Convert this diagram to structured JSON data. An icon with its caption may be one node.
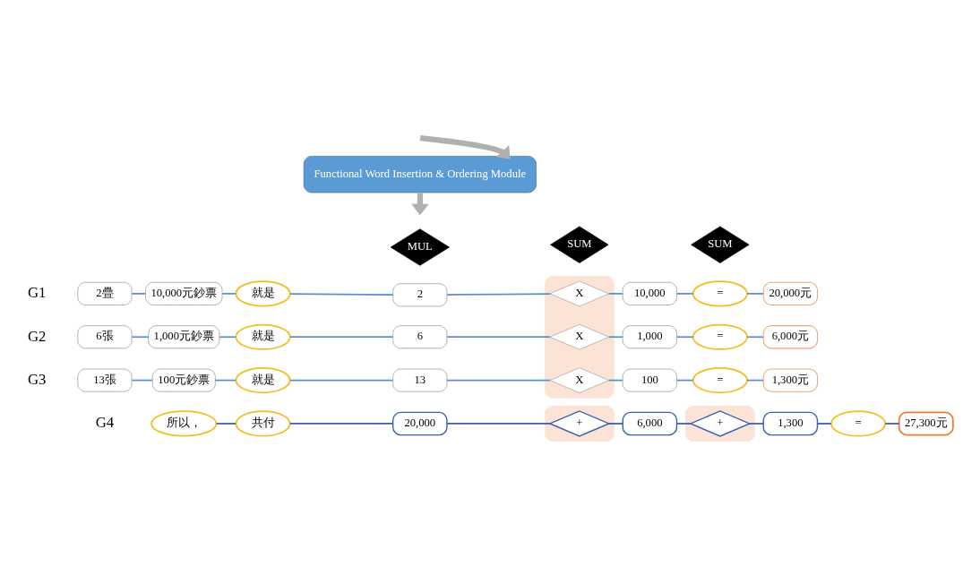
{
  "diagram": {
    "nodes": [
      {
        "text": [
          "Functional Word Insertion & Ordering Module"
        ]
      },
      {
        "text": [
          "MUL"
        ]
      },
      {
        "text": [],
        "shape": "bar"
      },
      {
        "text": [
          "2疊"
        ]
      },
      {
        "text": [
          "10,000元鈔票"
        ]
      },
      {
        "text": [
          "就是"
        ]
      },
      {
        "text": [
          "2"
        ]
      },
      {
        "text": [
          "X"
        ],
        "in": 2
      },
      {
        "text": [
          "10,000"
        ]
      },
      {
        "text": [
          "="
        ]
      },
      {
        "text": [
          "20,000元"
        ]
      },
      {
        "text": [
          "6張"
        ]
      },
      {
        "text": [
          "1,000元鈔票"
        ]
      },
      {
        "text": [
          "就是"
        ]
      },
      {
        "text": [
          "6"
        ]
      },
      {
        "text": [
          "X"
        ],
        "in": 2
      },
      {
        "text": [
          "1,000"
        ]
      },
      {
        "text": [
          "="
        ]
      },
      {
        "text": [
          "6,000元"
        ]
      },
      {
        "text": [
          "13張"
        ]
      },
      {
        "text": [
          "100元鈔票"
        ]
      },
      {
        "text": [
          "就是"
        ]
      },
      {
        "text": [
          "13"
        ]
      },
      {
        "text": [
          "X"
        ],
        "in": 2
      },
      {
        "text": [
          "100"
        ]
      },
      {
        "text": [
          "="
        ]
      },
      {
        "text": [
          "1,300元"
        ]
      },
      {
        "text": [
          "所以，"
        ]
      },
      {
        "text": [
          "共付"
        ]
      },
      {
        "text": [
          "20,000"
        ]
      },
      {
        "text": [],
        "shape": "bar"
      },
      {
        "text": [
          "+"
        ],
        "in": 30
      },
      {
        "text": [
          "6,000"
        ]
      },
      {
        "text": [],
        "shape": "bar"
      },
      {
        "text": [
          "+"
        ],
        "in": 33
      },
      {
        "text": [
          "1,300"
        ]
      },
      {
        "text": [
          "="
        ]
      },
      {
        "text": [
          "27,300元"
        ]
      },
      {
        "text": [
          "SUM"
        ]
      },
      {
        "text": [
          "SUM"
        ]
      }
    ],
    "edges": [
      {
        "from": null,
        "to": 0,
        "arrow": "to",
        "style": "thick",
        "color": "#b0b0b0"
      },
      {
        "from": 0,
        "to": null,
        "arrow": "to",
        "style": "thick",
        "color": "#b0b0b0"
      },
      {
        "from": 3,
        "to": 4,
        "arrow": "none"
      },
      {
        "from": 4,
        "to": 5,
        "arrow": "none"
      },
      {
        "from": 5,
        "to": 6,
        "arrow": "none"
      },
      {
        "from": 6,
        "to": 7,
        "arrow": "none"
      },
      {
        "from": 7,
        "to": 8,
        "arrow": "none"
      },
      {
        "from": 8,
        "to": 9,
        "arrow": "none"
      },
      {
        "from": 9,
        "to": 10,
        "arrow": "none"
      },
      {
        "from": 11,
        "to": 12,
        "arrow": "none"
      },
      {
        "from": 12,
        "to": 13,
        "arrow": "none"
      },
      {
        "from": 13,
        "to": 14,
        "arrow": "none"
      },
      {
        "from": 14,
        "to": 15,
        "arrow": "none"
      },
      {
        "from": 15,
        "to": 16,
        "arrow": "none"
      },
      {
        "from": 16,
        "to": 17,
        "arrow": "none"
      },
      {
        "from": 17,
        "to": 18,
        "arrow": "none"
      },
      {
        "from": 19,
        "to": 20,
        "arrow": "none"
      },
      {
        "from": 20,
        "to": 21,
        "arrow": "none"
      },
      {
        "from": 21,
        "to": 22,
        "arrow": "none"
      },
      {
        "from": 22,
        "to": 23,
        "arrow": "none"
      },
      {
        "from": 23,
        "to": 24,
        "arrow": "none"
      },
      {
        "from": 24,
        "to": 25,
        "arrow": "none"
      },
      {
        "from": 25,
        "to": 26,
        "arrow": "none"
      },
      {
        "from": 27,
        "to": 28,
        "arrow": "none",
        "color": "#3a5fb0"
      },
      {
        "from": 28,
        "to": 29,
        "arrow": "none",
        "color": "#3a5fb0"
      },
      {
        "from": 29,
        "to": 31,
        "arrow": "none",
        "color": "#3a5fb0"
      },
      {
        "from": 31,
        "to": 32,
        "arrow": "none",
        "color": "#3a5fb0"
      },
      {
        "from": 32,
        "to": 34,
        "arrow": "none",
        "color": "#3a5fb0"
      },
      {
        "from": 34,
        "to": 35,
        "arrow": "none",
        "color": "#3a5fb0"
      },
      {
        "from": 35,
        "to": 36,
        "arrow": "none",
        "color": "#3a5fb0"
      },
      {
        "from": 36,
        "to": 37,
        "arrow": "none",
        "color": "#3a5fb0"
      }
    ],
    "labels": [
      "G1",
      "G2",
      "G3",
      "G4"
    ]
  }
}
